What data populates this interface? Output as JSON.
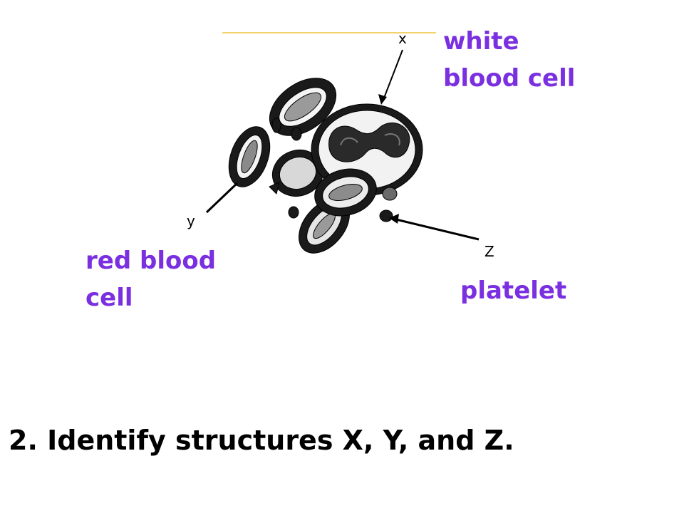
{
  "labels": {
    "x_letter": "x",
    "y_letter": "y",
    "z_letter": "Z"
  },
  "answers": {
    "white_line1": "white",
    "white_line2": "blood cell",
    "red_line1": "red blood",
    "red_line2": "cell",
    "platelet": "platelet"
  },
  "question": "2. Identify structures X, Y, and Z.",
  "colors": {
    "answer_text": "#7a2fe0",
    "top_rule": "#f2d36b",
    "ink": "#000000"
  }
}
